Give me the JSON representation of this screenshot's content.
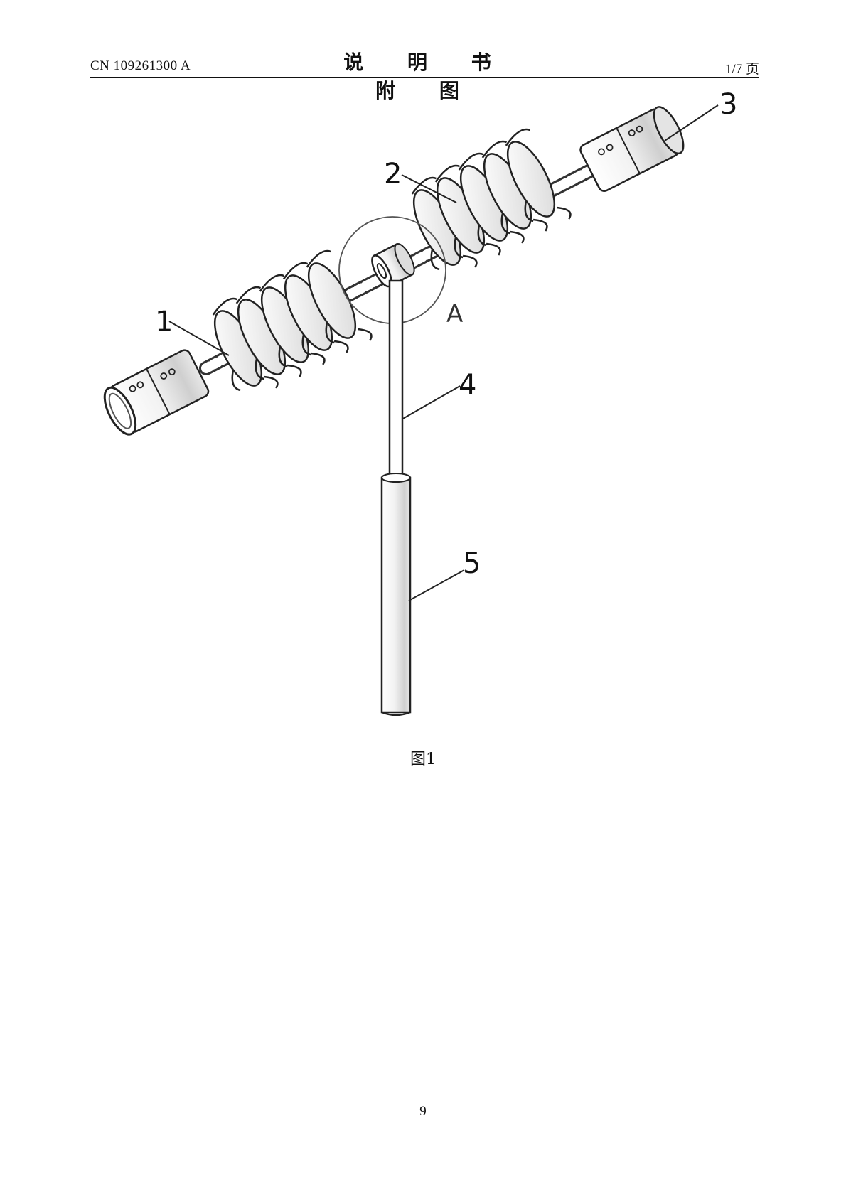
{
  "header": {
    "doc_number": "CN 109261300 A",
    "title": "说 明 书 附 图",
    "page_indicator": "1/7 页"
  },
  "figure": {
    "reference_labels": [
      "1",
      "2",
      "3",
      "4",
      "5"
    ],
    "detail_label": "A",
    "caption": "图1"
  },
  "footer": {
    "page_number": "9"
  }
}
